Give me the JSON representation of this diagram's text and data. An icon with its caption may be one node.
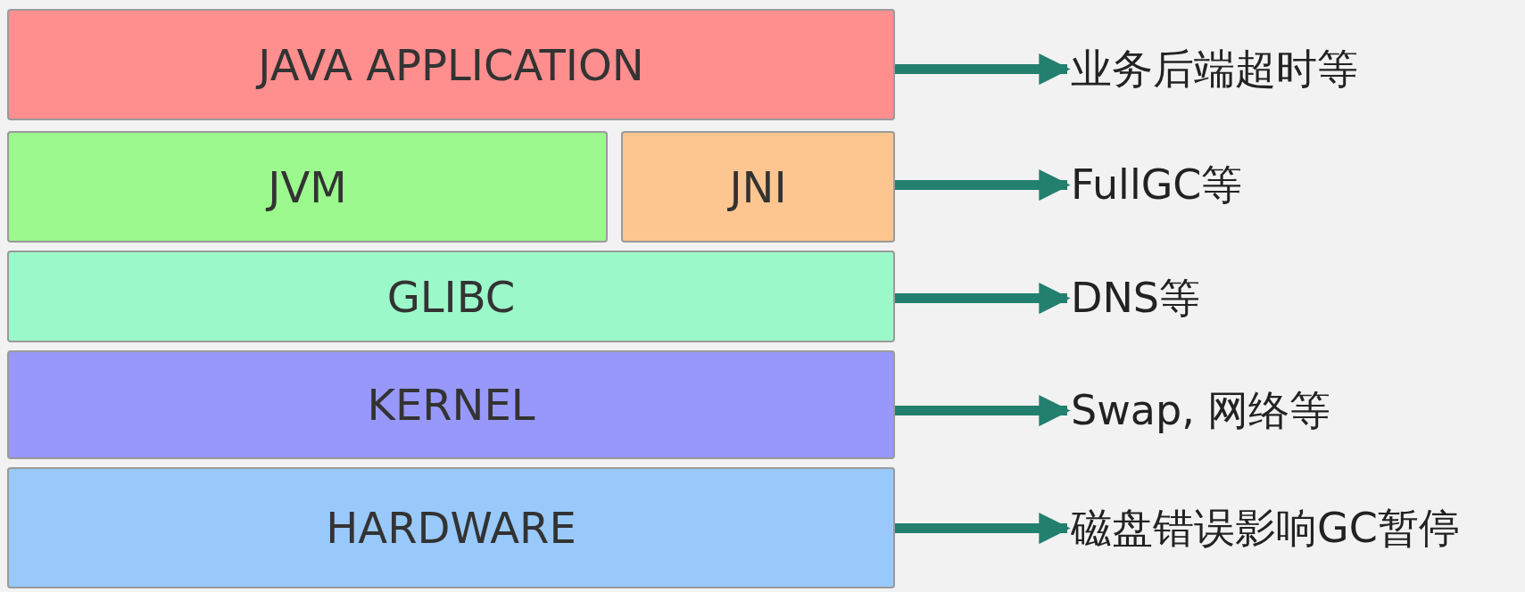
{
  "diagram": {
    "nodes": [
      {
        "text": [
          "JAVA APPLICATION"
        ]
      },
      {
        "text": [
          "JVM"
        ]
      },
      {
        "text": [
          "JNI"
        ]
      },
      {
        "text": [
          "GLIBC"
        ]
      },
      {
        "text": [
          "KERNEL"
        ]
      },
      {
        "text": [
          "HARDWARE"
        ]
      },
      {
        "text": [
          "业务后端超时等"
        ]
      },
      {
        "text": [
          "FullGC等"
        ]
      },
      {
        "text": [
          "DNS等"
        ]
      },
      {
        "text": [
          "Swap, 网络等"
        ]
      },
      {
        "text": [
          "磁盘错误影响GC暂停"
        ]
      }
    ],
    "edges": [
      {
        "from": 0,
        "to": 6,
        "arrow": "to"
      },
      {
        "from": 2,
        "to": 7,
        "arrow": "to"
      },
      {
        "from": 3,
        "to": 8,
        "arrow": "to"
      },
      {
        "from": 4,
        "to": 9,
        "arrow": "to"
      },
      {
        "from": 5,
        "to": 10,
        "arrow": "to"
      }
    ]
  }
}
